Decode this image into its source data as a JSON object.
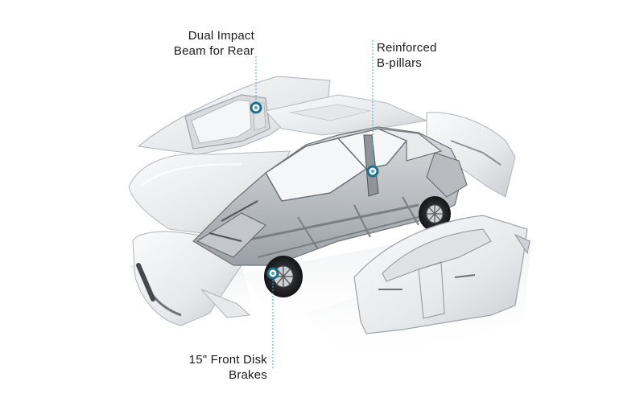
{
  "callouts": {
    "dual_impact": {
      "text": "Dual Impact\nBeam for Rear"
    },
    "b_pillars": {
      "text": "Reinforced\nB-pillars"
    },
    "front_brakes": {
      "text": "15\" Front Disk\nBrakes"
    }
  },
  "colors": {
    "accent": "#3fa9c9",
    "accent_dark": "#1f6f8a",
    "panel": "#eef0f2",
    "frame": "#b8bcc0",
    "shadow": "#7a7e82",
    "label_text": "#1a1a1a"
  },
  "icons": {
    "marker": "ring-marker-icon"
  }
}
